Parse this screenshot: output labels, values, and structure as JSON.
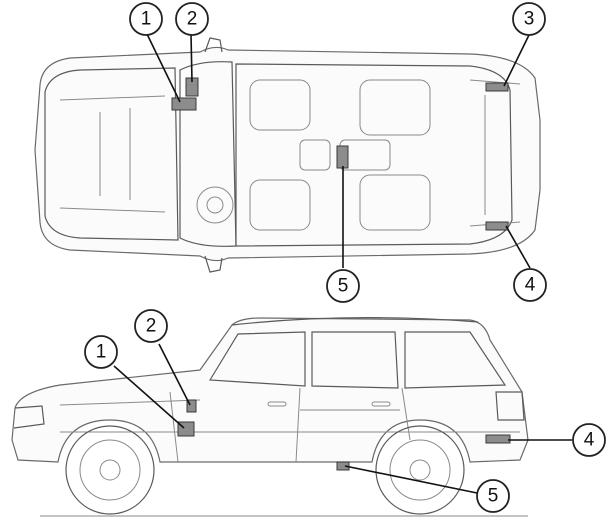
{
  "colors": {
    "callout_stroke": "#222222",
    "leader": "#111111",
    "car_outline": "#6a6a6a",
    "module_fill": "#8c8c8c"
  },
  "top_view": {
    "callouts": [
      {
        "label": "1"
      },
      {
        "label": "2"
      },
      {
        "label": "3"
      },
      {
        "label": "4"
      },
      {
        "label": "5"
      }
    ]
  },
  "side_view": {
    "callouts": [
      {
        "label": "1"
      },
      {
        "label": "2"
      },
      {
        "label": "4"
      },
      {
        "label": "5"
      }
    ]
  }
}
